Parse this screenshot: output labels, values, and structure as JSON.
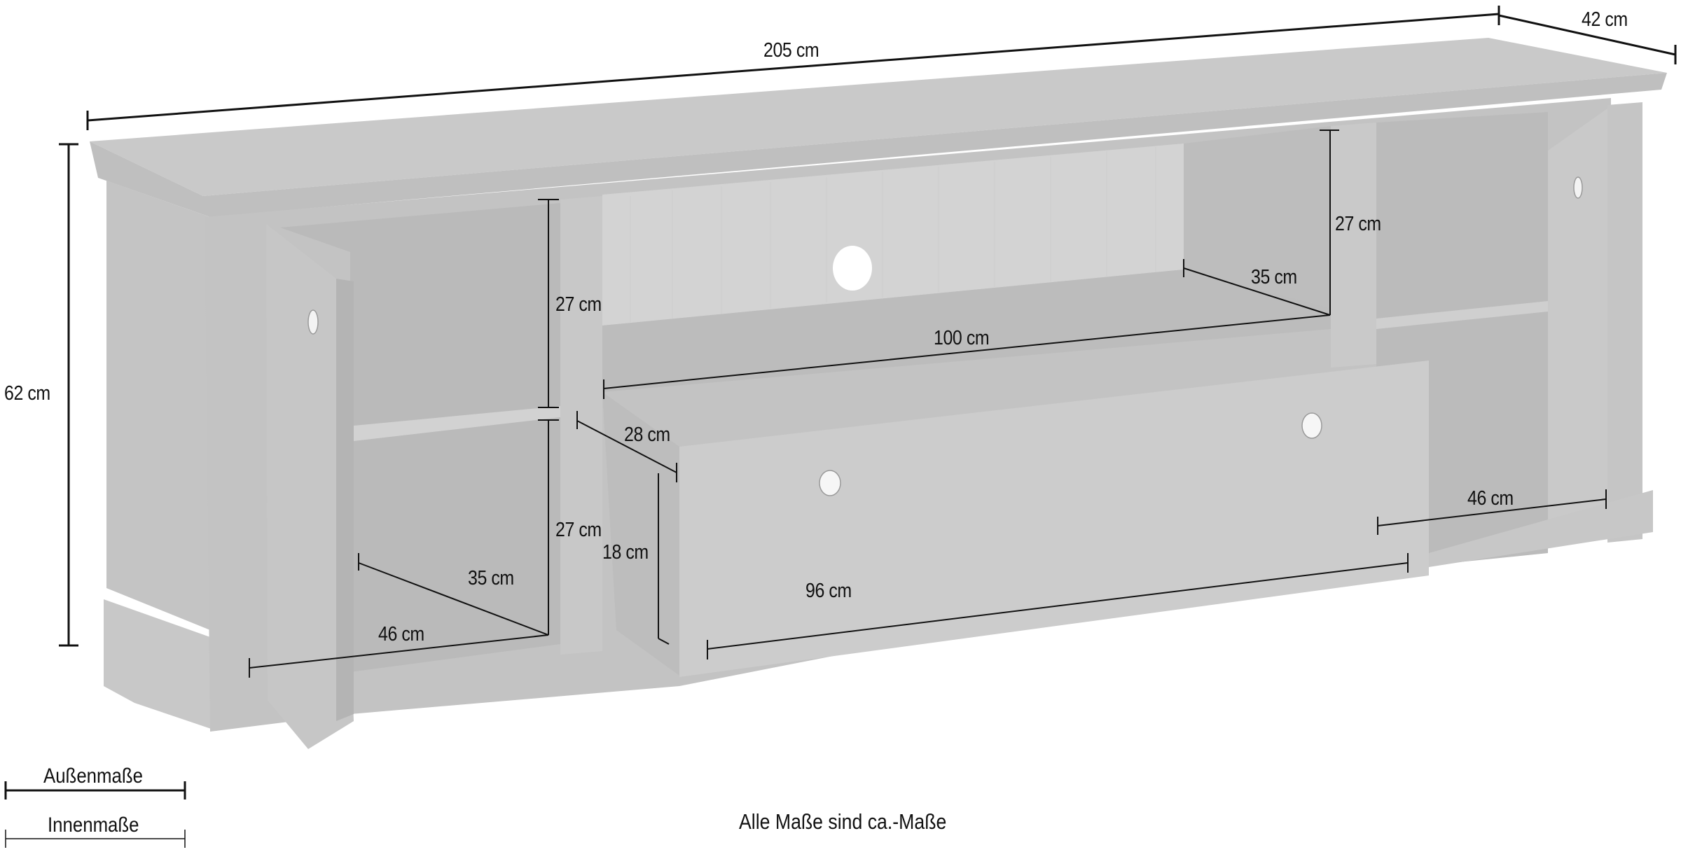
{
  "diagram": {
    "subject": "TV lowboard dimension drawing",
    "colors": {
      "background": "#ffffff",
      "body": "#c4c4c4",
      "body_light": "#cdcdcd",
      "body_dark": "#b9b9b9",
      "interior": "#bdbdbd",
      "back_panel_wood": "#d2d2d2",
      "knob": "#f4f4f4",
      "dimension_line": "#111111"
    },
    "outer_dimensions": {
      "width": "205 cm",
      "depth": "42 cm",
      "height": "62 cm"
    },
    "inner_dimensions": {
      "left_compartment_upper_height": "27 cm",
      "left_compartment_lower_height": "27 cm",
      "left_compartment_depth": "35 cm",
      "left_compartment_width": "46 cm",
      "center_open_shelf_width": "100 cm",
      "center_open_shelf_height": "27 cm",
      "center_open_shelf_depth": "35 cm",
      "drawer_depth": "28 cm",
      "drawer_height": "18 cm",
      "drawer_width": "96 cm",
      "right_compartment_width": "46 cm"
    },
    "legend": {
      "outer_label": "Außenmaße",
      "inner_label": "Innenmaße"
    },
    "footnote": "Alle Maße sind ca.-Maße"
  }
}
